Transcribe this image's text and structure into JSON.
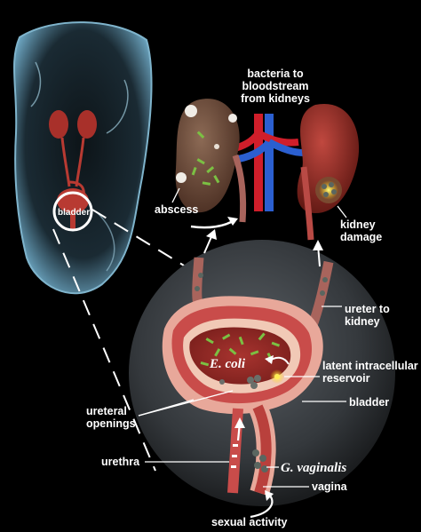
{
  "labels": {
    "bacteria_to_bloodstream_line1": "bacteria to",
    "bacteria_to_bloodstream_line2": "bloodstream",
    "bacteria_to_bloodstream_line3": "from kidneys",
    "abscess": "abscess",
    "kidney_damage_line1": "kidney",
    "kidney_damage_line2": "damage",
    "bladder_inset": "bladder",
    "ureter_to_kidney_line1": "ureter to",
    "ureter_to_kidney_line2": "kidney",
    "latent_line1": "latent intracellular",
    "latent_line2": "reservoir",
    "e_coli": "E. coli",
    "bladder": "bladder",
    "ureteral_openings_line1": "ureteral",
    "ureteral_openings_line2": "openings",
    "urethra": "urethra",
    "g_vaginalis": "G. vaginalis",
    "vagina": "vagina",
    "sexual_activity": "sexual activity"
  },
  "colors": {
    "background": "#000000",
    "kidney": "#8a2c27",
    "kidney_infected": "#6b4a3a",
    "bladder_wall": "#c94c4a",
    "tissue_pink": "#e8a89a",
    "artery": "#d01e2a",
    "vein": "#2b5fd0",
    "bacteria": "#7bc043",
    "body_glow": "#5d8fa8"
  }
}
